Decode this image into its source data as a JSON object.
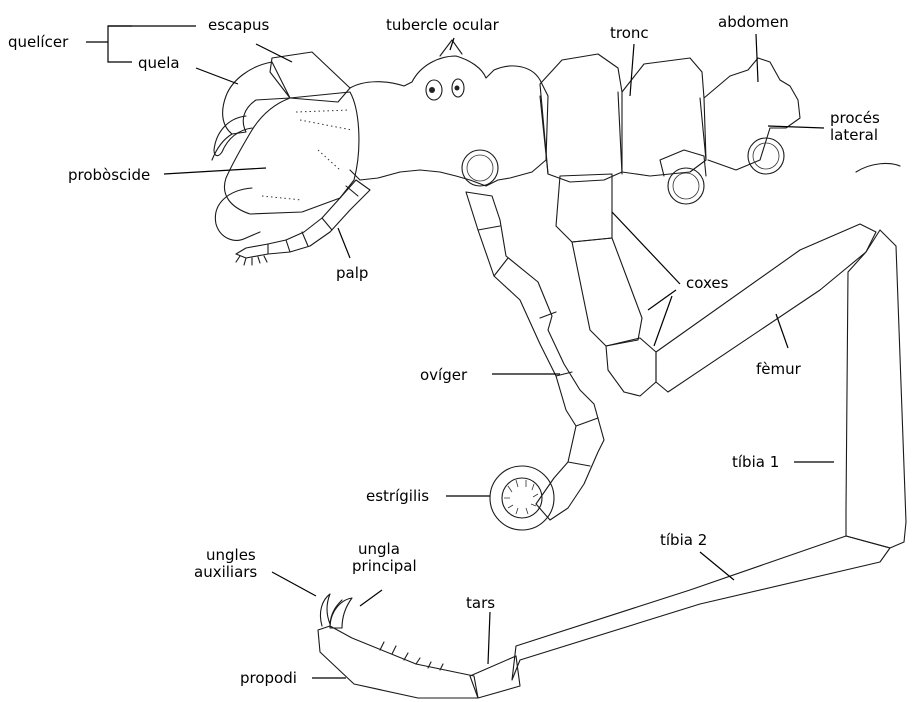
{
  "labels": {
    "quelicer": "quelícer",
    "escapus": "escapus",
    "quela": "quela",
    "tubercle_ocular": "tubercle ocular",
    "tronc": "tronc",
    "abdomen": "abdomen",
    "proces_lateral_1": "procés",
    "proces_lateral_2": "lateral",
    "proboscide": "probòscide",
    "palp": "palp",
    "coxes": "coxes",
    "femur": "fèmur",
    "oviger": "ovíger",
    "tibia_1": "tíbia 1",
    "estrigilis": "estrígilis",
    "tibia_2": "tíbia 2",
    "ungles_auxiliars_1": "ungles",
    "ungles_auxiliars_2": "auxiliars",
    "ungla_principal_1": "ungla",
    "ungla_principal_2": "principal",
    "tars": "tars",
    "propodi": "propodi"
  }
}
